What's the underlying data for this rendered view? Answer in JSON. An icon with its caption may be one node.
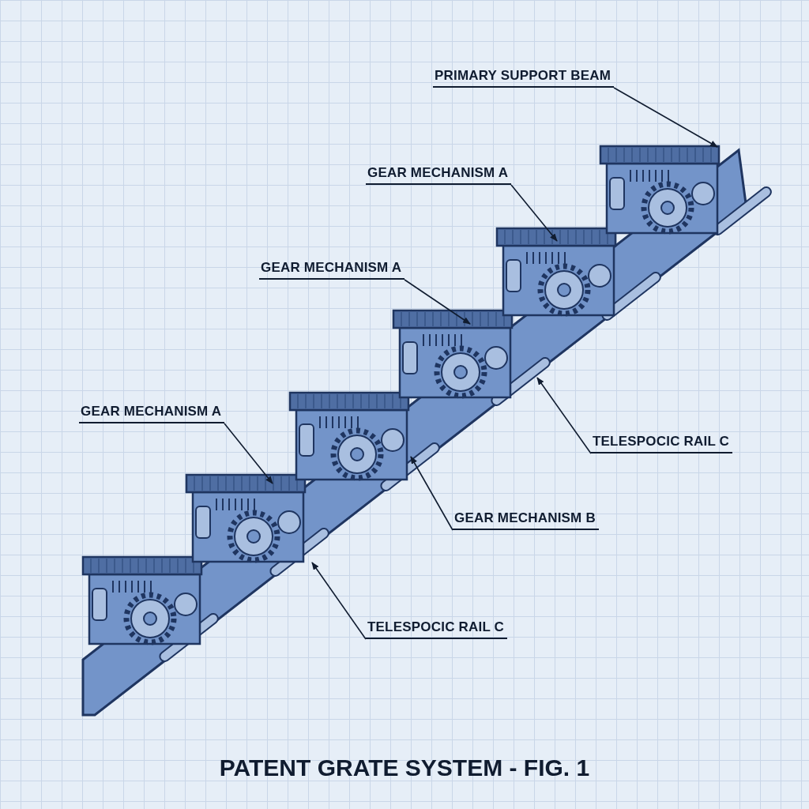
{
  "diagram": {
    "title": "PATENT GRATE SYSTEM - FIG. 1",
    "nodes": [
      {
        "text": [
          "PRIMARY SUPPORT BEAM"
        ]
      },
      {
        "text": [
          "GEAR MECHANISM A"
        ]
      },
      {
        "text": [
          "GEAR MECHANISM A"
        ]
      },
      {
        "text": [
          "GEAR MECHANISM A"
        ]
      },
      {
        "text": [
          "TELESPOCIC RAIL C"
        ]
      },
      {
        "text": [
          "GEAR MECHANISM B"
        ]
      },
      {
        "text": [
          "TELESPOCIC RAIL C"
        ]
      }
    ],
    "edges": [
      {
        "from": 0,
        "to": null,
        "arrow": "to"
      },
      {
        "from": 1,
        "to": null,
        "arrow": "to"
      },
      {
        "from": 2,
        "to": null,
        "arrow": "to"
      },
      {
        "from": 3,
        "to": null,
        "arrow": "to"
      },
      {
        "from": 4,
        "to": null,
        "arrow": "to"
      },
      {
        "from": 5,
        "to": null,
        "arrow": "to"
      },
      {
        "from": 6,
        "to": null,
        "arrow": "to"
      }
    ]
  }
}
